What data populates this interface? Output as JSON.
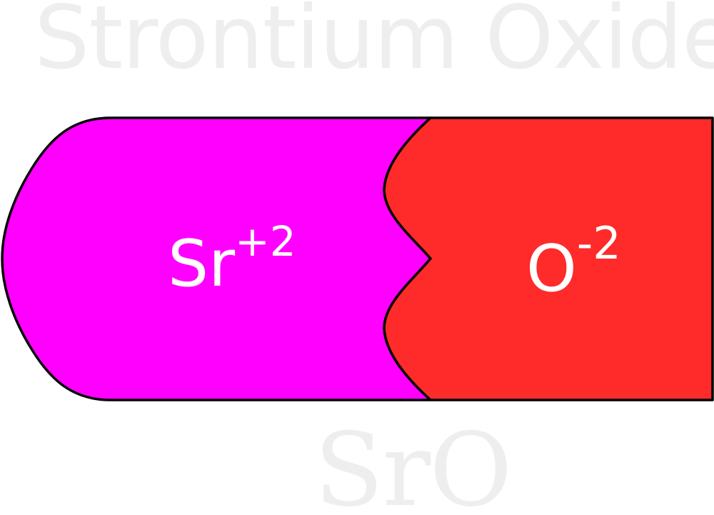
{
  "title": "Strontium Oxide",
  "formula": "SrO",
  "cation": {
    "symbol": "Sr",
    "charge": "+2",
    "color": "#ff00ff"
  },
  "anion": {
    "symbol": "O",
    "charge": "-2",
    "color": "#ff2a2a"
  },
  "text_color": "#ffffff",
  "watermark_color": "#eeeeee",
  "outline_color": "#000000"
}
